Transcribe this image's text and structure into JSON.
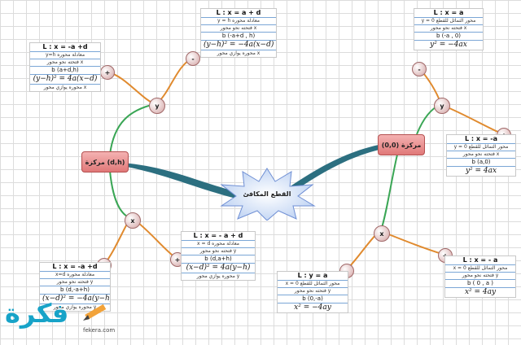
{
  "central": {
    "label": "القطع المكافئ"
  },
  "centers": {
    "left": "مركزة (d,h)",
    "right": "مركزة (0,0)"
  },
  "axis_nodes": {
    "y": "y",
    "x": "x"
  },
  "signs": {
    "plus": "+",
    "minus": "-"
  },
  "boxes": {
    "top_left": [
      "L : x = -a +d",
      "y=h معادلة محوره",
      "فتحته نحو محور x",
      "b (a+d,h)",
      "(y−h)² = 4a(x−d)",
      "محوره يوازي محور x"
    ],
    "top_mid": [
      "L : x = a + d",
      "y = h معادلة محوره",
      "فتحته نحو محور x",
      "b (-a+d , h)",
      "(y−h)² = −4a(x−d)",
      "محوره يوازي محور x"
    ],
    "top_right": [
      "L : x = a",
      "y = 0 محور التماثل للقطع",
      "فتحته نحو محور x",
      "b (-a , 0)",
      "y² = −4ax"
    ],
    "right_mid": [
      "L : x = -a",
      "y = 0 محور التماثل للقطع",
      "فتحته نحو محور x",
      "b (a,0)",
      "y² = 4ax"
    ],
    "bottom_left": [
      "L : x = -a +d",
      "x=d معادلة محوره",
      "فتحته نحو محور y",
      "b (d,-a+h)",
      "(x−d)² = −4a(y−h)",
      "محوره يوازي محور y"
    ],
    "bottom_mid": [
      "L : x = - a + d",
      "x = d معادلة محوره",
      "فتحته نحو محور y",
      "b (d,a+h)",
      "(x−d)² = 4a(y−h)",
      "محوره يوازي محور y"
    ],
    "bottom_right_a": [
      "L : y = a",
      "x = 0 محور التماثل للقطع",
      "فتحته نحو محور y",
      "b (0,-a)",
      "x² = −4ay"
    ],
    "bottom_right_b": [
      "L : x = - a",
      "x = 0 محور التماثل للقطع",
      "فتحته نحو محور y",
      "b ( 0 , a )",
      "x² = 4ay"
    ]
  },
  "logo": {
    "text": "فكرة",
    "domain": "fekera.com"
  },
  "colors": {
    "orange": "#e08a2e",
    "green": "#3aa655",
    "teal": "#2c6f80",
    "center_fill": "#e89a9a"
  }
}
